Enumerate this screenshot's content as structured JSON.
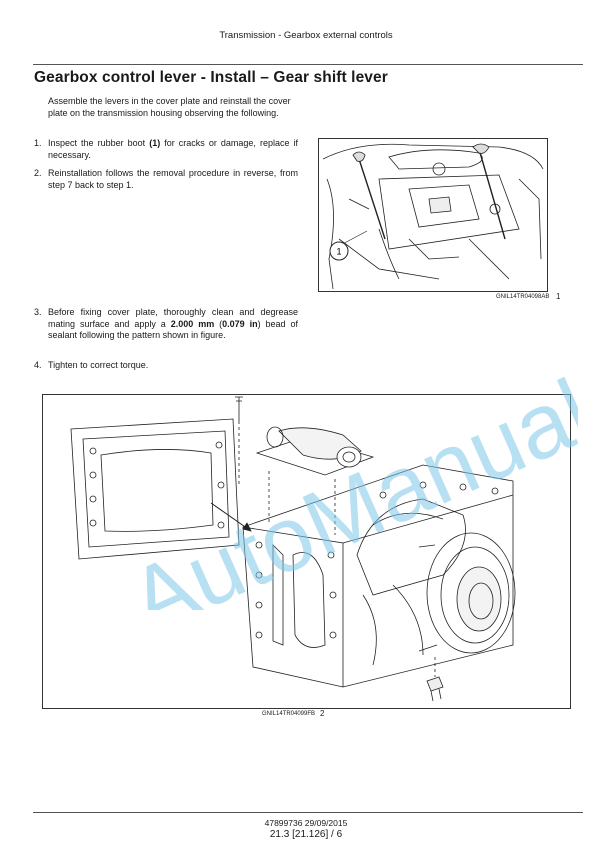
{
  "header": {
    "section": "Transmission - Gearbox external controls"
  },
  "title": "Gearbox control lever - Install – Gear shift lever",
  "intro": "Assemble the levers in the cover plate and reinstall the cover plate on the transmission housing observing the following.",
  "steps": [
    {
      "num": "1.",
      "pre": "Inspect the rubber boot ",
      "bold": "(1)",
      "post": " for cracks or damage, replace if necessary."
    },
    {
      "num": "2.",
      "text": "Reinstallation follows the removal procedure in reverse, from step 7 back to step 1."
    },
    {
      "num": "3.",
      "pre": "Before fixing cover plate, thoroughly clean and degrease mating surface and apply a ",
      "bold1": "2.000 mm",
      "mid": " (",
      "bold2": "0.079 in",
      "post": ") bead of sealant following the pattern shown in figure."
    },
    {
      "num": "4.",
      "text": "Tighten to correct torque."
    }
  ],
  "figure1": {
    "callout": "1",
    "code": "GNIL14TR04098AB",
    "number": "1"
  },
  "figure2": {
    "code": "GNIL14TR04099FB",
    "number": "2"
  },
  "watermark": "AutoManual",
  "footer": {
    "docref": "47899736 29/09/2015",
    "page": "21.3 [21.126] / 6"
  }
}
